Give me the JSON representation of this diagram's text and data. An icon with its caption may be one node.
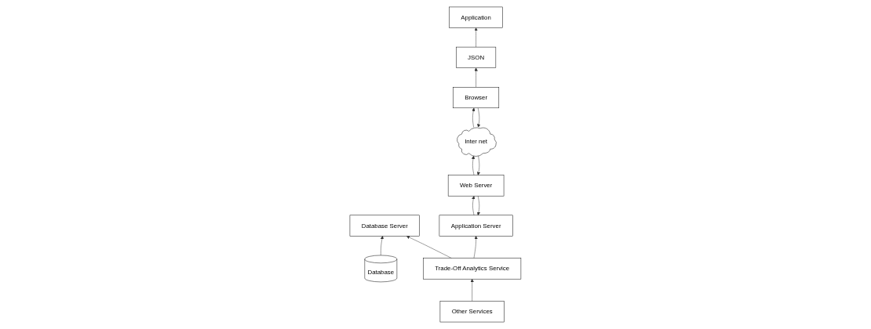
{
  "diagram": {
    "nodes": [
      {
        "text": [
          "Database Server"
        ]
      },
      {
        "text": [
          "Application Server"
        ]
      },
      {
        "text": [
          "Web Server"
        ]
      },
      {
        "text": [
          "Inter net"
        ]
      },
      {
        "text": [
          "Browser"
        ]
      },
      {
        "text": [
          "Trade-Off Analytics Service"
        ]
      },
      {
        "text": [
          "JSON"
        ]
      },
      {
        "text": [
          "Database"
        ]
      },
      {
        "text": [
          "Application"
        ]
      },
      {
        "text": [
          "Other Services"
        ]
      }
    ],
    "edges": [
      {
        "from": 2,
        "to": 1,
        "arrow": "to"
      },
      {
        "from": 1,
        "to": 2,
        "arrow": "to"
      },
      {
        "from": 2,
        "to": 3,
        "arrow": "to"
      },
      {
        "from": 3,
        "to": 2,
        "arrow": "to"
      },
      {
        "from": 3,
        "to": 4,
        "arrow": "to"
      },
      {
        "from": 4,
        "to": 3,
        "arrow": "to"
      },
      {
        "from": 7,
        "to": 0,
        "arrow": "to"
      },
      {
        "from": 5,
        "to": 0,
        "arrow": "to"
      },
      {
        "from": 5,
        "to": 1,
        "arrow": "to"
      },
      {
        "from": 9,
        "to": 5,
        "arrow": "to"
      },
      {
        "from": 4,
        "to": 6,
        "arrow": "to"
      },
      {
        "from": 6,
        "to": 8,
        "arrow": "to"
      }
    ]
  }
}
